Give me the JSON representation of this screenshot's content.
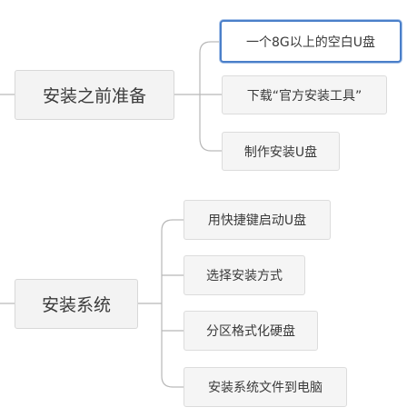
{
  "mindmap": {
    "branches": [
      {
        "label": "安装之前准备",
        "children": [
          {
            "label": "一个8G以上的空白U盘",
            "selected": true
          },
          {
            "label": "下载“官方安装工具”",
            "selected": false
          },
          {
            "label": "制作安装U盘",
            "selected": false
          }
        ]
      },
      {
        "label": "安装系统",
        "children": [
          {
            "label": "用快捷键启动U盘",
            "selected": false
          },
          {
            "label": "选择安装方式",
            "selected": false
          },
          {
            "label": "分区格式化硬盘",
            "selected": false
          },
          {
            "label": "安装系统文件到电脑",
            "selected": false
          }
        ]
      }
    ]
  },
  "colors": {
    "connector": "#b8b8b8",
    "selected_border": "#4a7fc9"
  }
}
